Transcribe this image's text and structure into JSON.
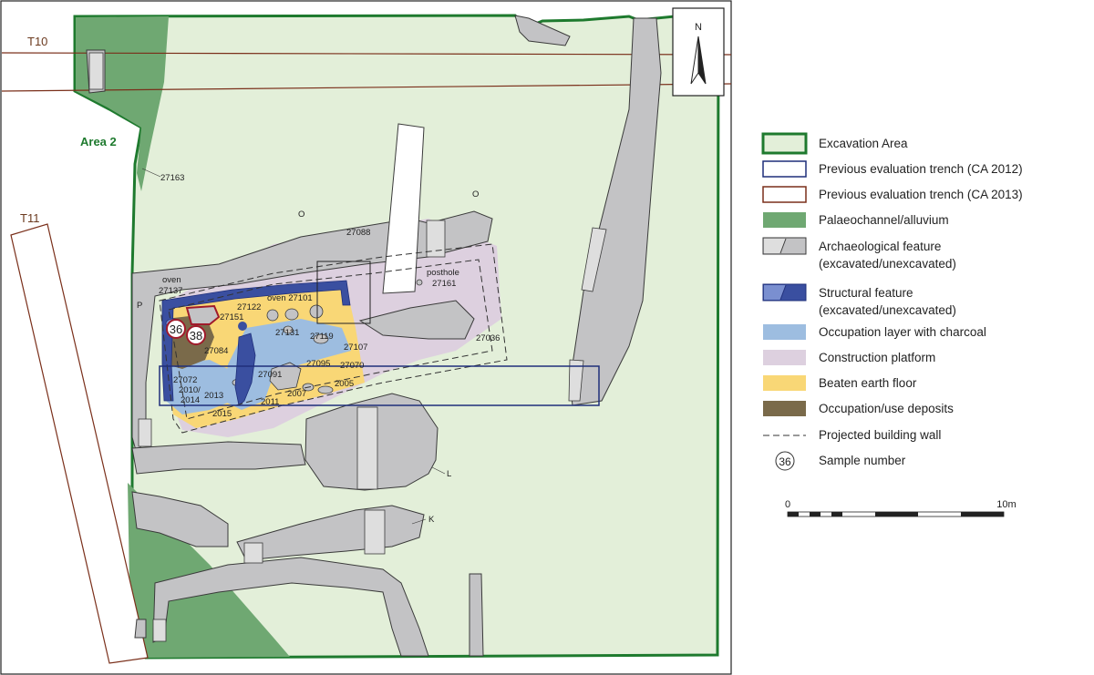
{
  "labels": {
    "area": "Area 2",
    "trench_t10": "T10",
    "trench_t11": "T11",
    "north": "N",
    "f_27163": "27163",
    "f_o1": "O",
    "f_o2": "O",
    "f_27088": "27088",
    "f_posthole": "posthole",
    "f_27161": "27161",
    "f_27036": "27036",
    "f_oven1": "oven",
    "f_27137": "27137",
    "f_p": "P",
    "f_27122": "27122",
    "f_oven2": "oven 27101",
    "f_27151": "27151",
    "f_27131": "27131",
    "f_27119": "27119",
    "f_27107": "27107",
    "f_27084": "27084",
    "f_27095": "27095",
    "f_27070": "27070",
    "f_27091": "27091",
    "f_27072": "27072",
    "f_2010": "2010/",
    "f_2014": "2014",
    "f_2013": "2013",
    "f_2007": "2007",
    "f_2005": "2005",
    "f_2011": "2011",
    "f_2015": "2015",
    "f_l": "L",
    "f_k": "K",
    "sample_36": "36",
    "sample_38": "38"
  },
  "legend": {
    "items": [
      {
        "label": "Excavation Area",
        "swatch": "excavation"
      },
      {
        "label": "Previous evaluation trench (CA 2012)",
        "swatch": "trench2012"
      },
      {
        "label": "Previous evaluation trench (CA 2013)",
        "swatch": "trench2013"
      },
      {
        "label": "Palaeochannel/alluvium",
        "swatch": "palaeo"
      },
      {
        "label": "Archaeological feature",
        "label2": "(excavated/unexcavated)",
        "swatch": "arch"
      },
      {
        "label": "Structural feature",
        "label2": "(excavated/unexcavated)",
        "swatch": "struct"
      },
      {
        "label": "Occupation layer with charcoal",
        "swatch": "occupation"
      },
      {
        "label": "Construction platform",
        "swatch": "platform"
      },
      {
        "label": "Beaten earth floor",
        "swatch": "floor"
      },
      {
        "label": "Occupation/use deposits",
        "swatch": "deposits"
      },
      {
        "label": "Projected building wall",
        "swatch": "wall"
      },
      {
        "label": "Sample number",
        "swatch": "sample",
        "sample_text": "36"
      }
    ]
  },
  "scale": {
    "start": "0",
    "end": "10m"
  },
  "colors": {
    "excavation_fill": "#e3efd9",
    "excavation_stroke": "#1e7a2e",
    "trench2012": "#1f2f7a",
    "trench2013": "#7a2f1a",
    "palaeo": "#6fa872",
    "arch_fill": "#c3c3c5",
    "arch_fill_light": "#dedede",
    "arch_stroke": "#3a3a3a",
    "struct_dark": "#3a4fa0",
    "struct_light": "#7a8fd0",
    "occupation": "#9dbde0",
    "platform": "#ddd0df",
    "floor": "#f9d776",
    "deposits": "#7a6a4a",
    "sample_red": "#a01a2a"
  }
}
